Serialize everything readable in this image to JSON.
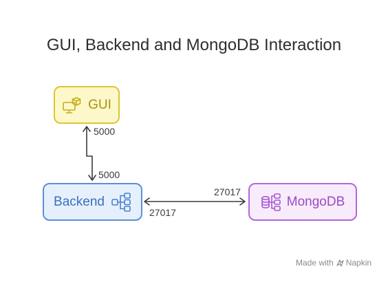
{
  "title": "GUI, Backend and MongoDB Interaction",
  "nodes": {
    "gui": {
      "label": "GUI",
      "icon": "monitor-cube-icon"
    },
    "backend": {
      "label": "Backend",
      "icon": "network-icon"
    },
    "mongodb": {
      "label": "MongoDB",
      "icon": "database-icon"
    }
  },
  "edges": {
    "gui_backend": {
      "label_top": "5000",
      "label_bottom": "5000"
    },
    "backend_mongodb": {
      "label_top": "27017",
      "label_bottom": "27017"
    }
  },
  "footer": {
    "prefix": "Made with",
    "brand": "Napkin",
    "icon": "napkin-logo-icon"
  },
  "colors": {
    "gui": "#ddc630",
    "backend": "#5b8fd6",
    "mongodb": "#b267d9",
    "edge": "#3a3a3a"
  }
}
